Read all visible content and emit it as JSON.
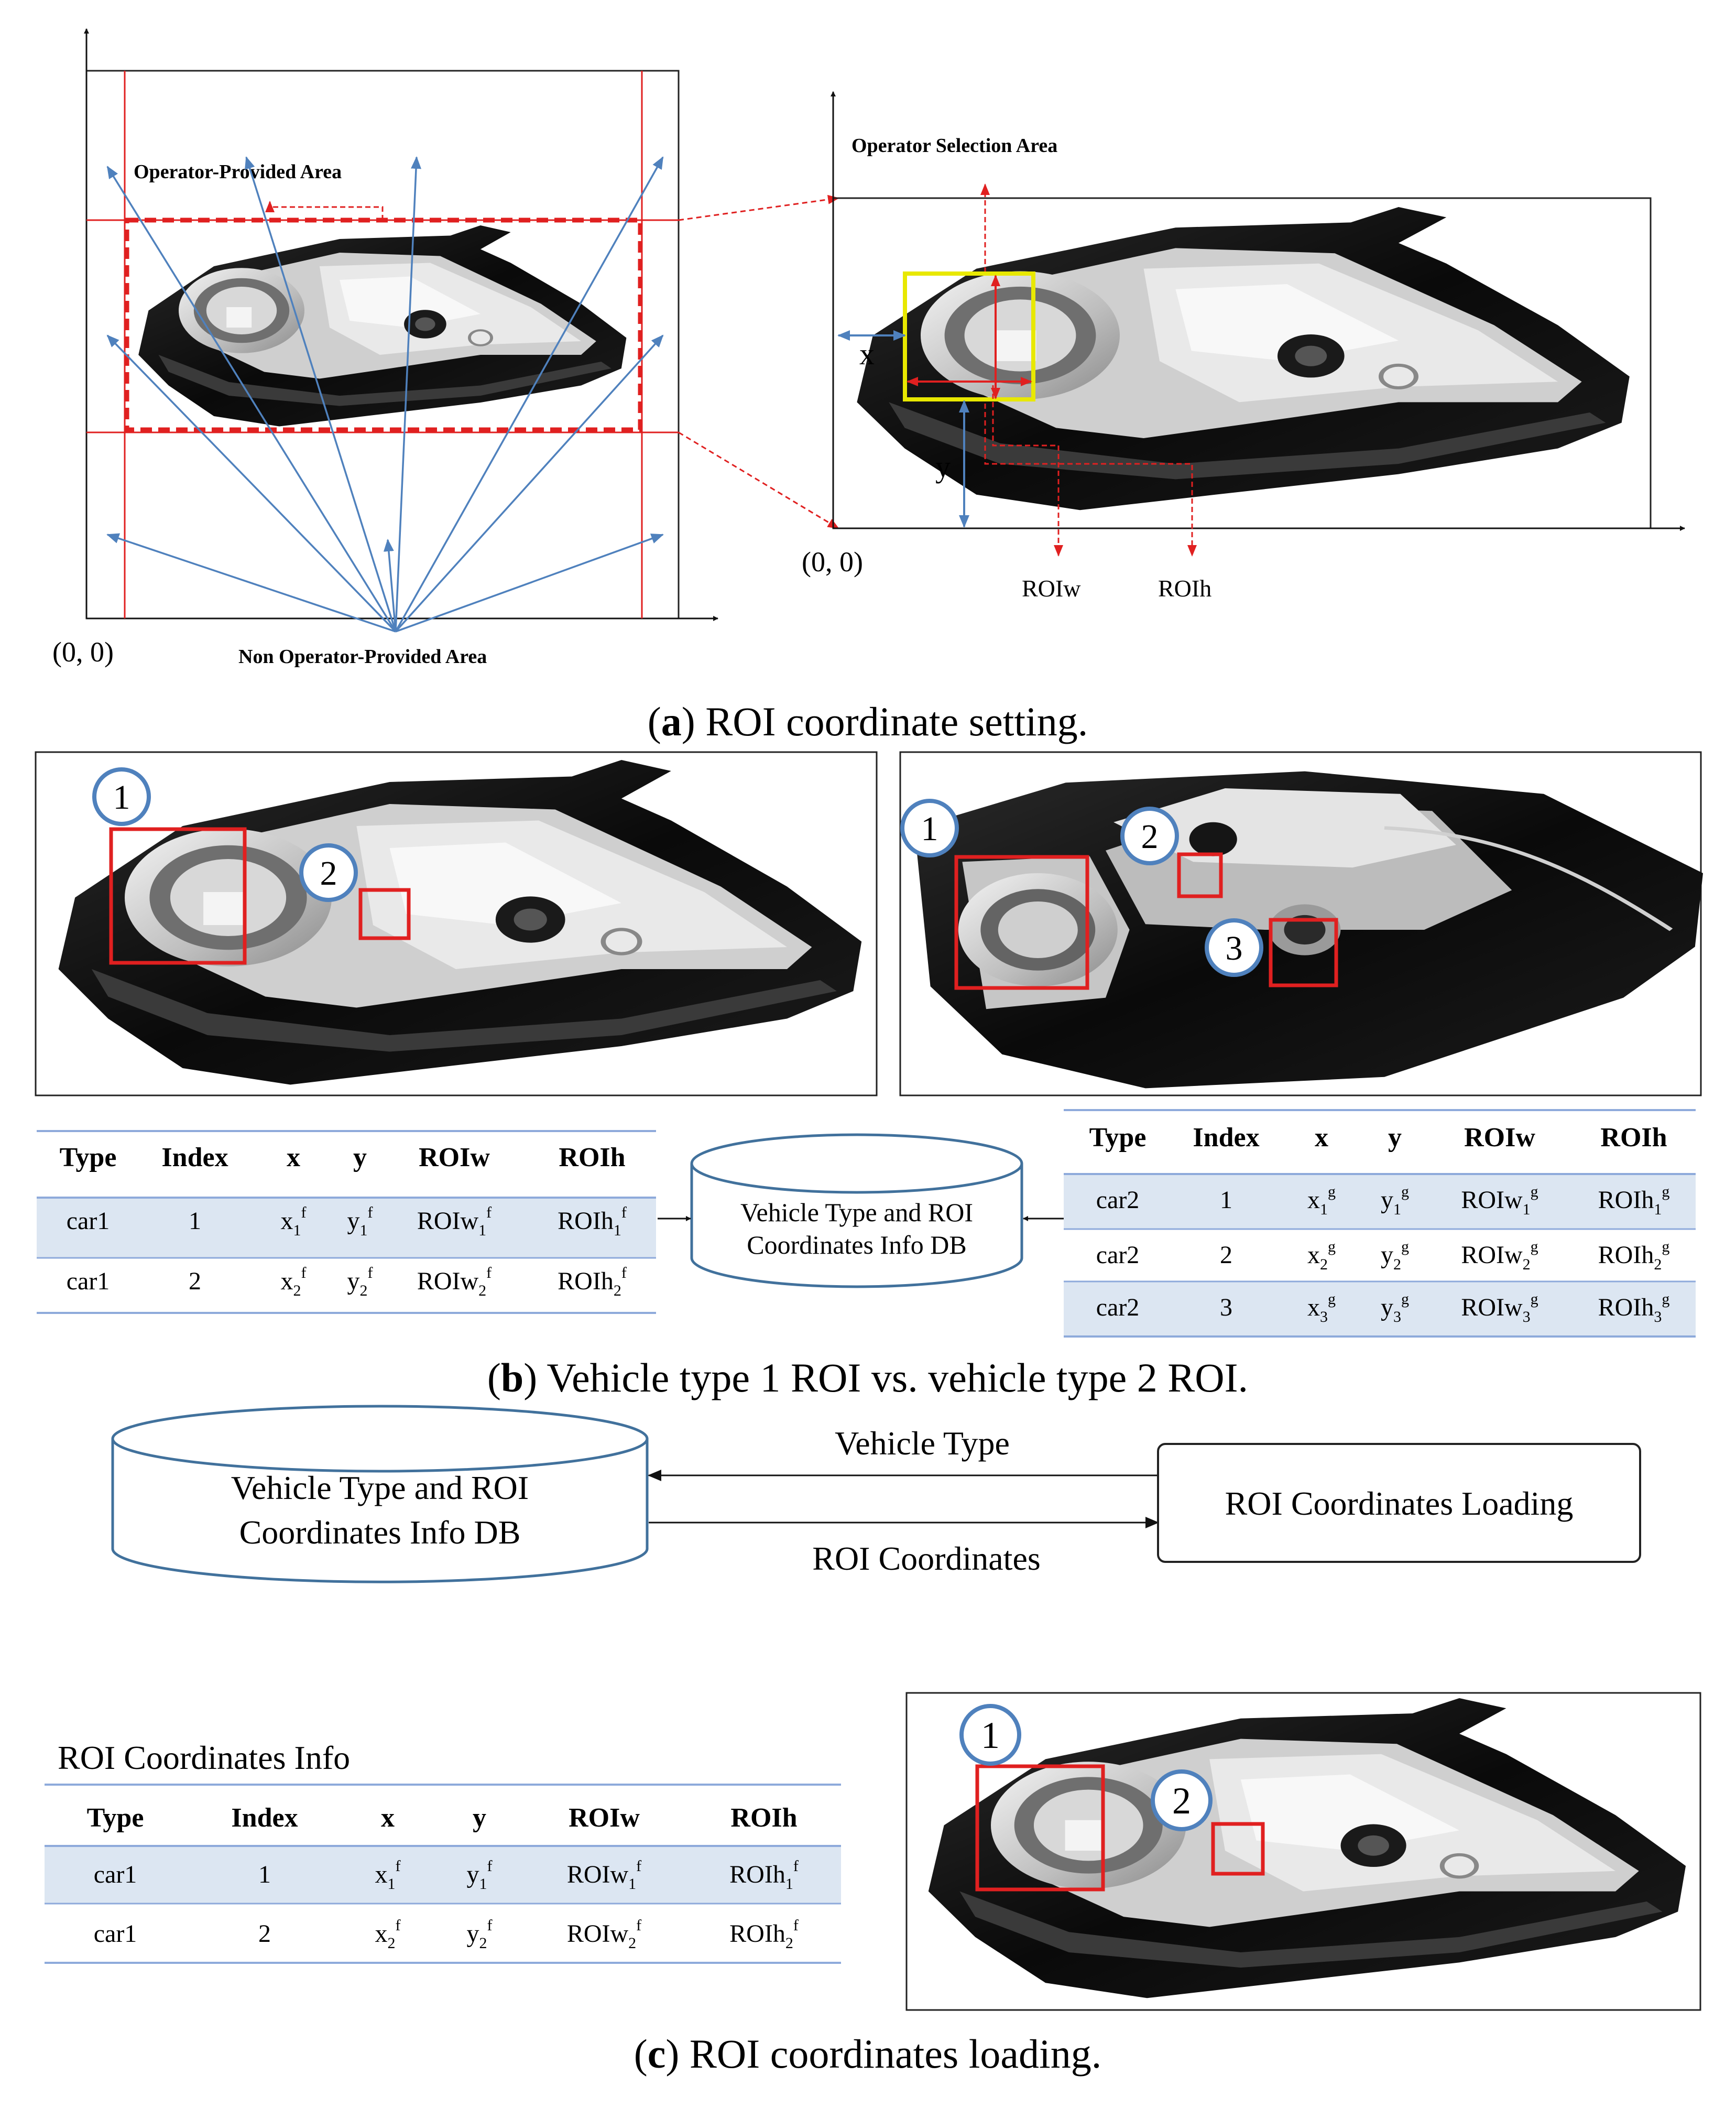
{
  "panel_a": {
    "left_label_top": "Operator-Provided Area",
    "left_label_bottom": "Non Operator-Provided  Area",
    "origin_left": "(0, 0)",
    "right_label_top": "Operator Selection Area",
    "origin_right": "(0, 0)",
    "label_x": "x",
    "label_y": "y",
    "label_roiw": "ROIw",
    "label_roih": "ROIh",
    "caption_letter": "a",
    "caption_text": " ROI coordinate setting."
  },
  "panel_b": {
    "left_markers": [
      "1",
      "2"
    ],
    "right_markers": [
      "1",
      "2",
      "3"
    ],
    "db_line1": "Vehicle  Type and ROI",
    "db_line2": "Coordinates Info DB",
    "table_left": {
      "headers": [
        "Type",
        "Index",
        "x",
        "y",
        "ROIw",
        "ROIh"
      ],
      "rows": [
        [
          "car1",
          "1",
          "x",
          "1",
          "f",
          "y",
          "1",
          "f",
          "ROIw",
          "1",
          "f",
          "ROIh",
          "1",
          "f"
        ],
        [
          "car1",
          "2",
          "x",
          "2",
          "f",
          "y",
          "2",
          "f",
          "ROIw",
          "2",
          "f",
          "ROIh",
          "2",
          "f"
        ]
      ]
    },
    "table_right": {
      "headers": [
        "Type",
        "Index",
        "x",
        "y",
        "ROIw",
        "ROIh"
      ],
      "rows": [
        [
          "car2",
          "1",
          "x",
          "1",
          "g",
          "y",
          "1",
          "g",
          "ROIw",
          "1",
          "g",
          "ROIh",
          "1",
          "g"
        ],
        [
          "car2",
          "2",
          "x",
          "2",
          "g",
          "y",
          "2",
          "g",
          "ROIw",
          "2",
          "g",
          "ROIh",
          "2",
          "g"
        ],
        [
          "car2",
          "3",
          "x",
          "3",
          "g",
          "y",
          "3",
          "g",
          "ROIw",
          "3",
          "g",
          "ROIh",
          "3",
          "g"
        ]
      ]
    },
    "caption_letter": "b",
    "caption_text": " Vehicle type 1 ROI vs. vehicle type 2 ROI."
  },
  "panel_c": {
    "db_line1": "Vehicle  Type and ROI",
    "db_line2": "Coordinates Info DB",
    "arrow_top_label": "Vehicle  Type",
    "arrow_bottom_label": "ROI Coordinates",
    "loading_box_label": "ROI Coordinates Loading",
    "table_title": "ROI Coordinates Info",
    "table": {
      "headers": [
        "Type",
        "Index",
        "x",
        "y",
        "ROIw",
        "ROIh"
      ],
      "rows": [
        [
          "car1",
          "1",
          "x",
          "1",
          "f",
          "y",
          "1",
          "f",
          "ROIw",
          "1",
          "f",
          "ROIh",
          "1",
          "f"
        ],
        [
          "car1",
          "2",
          "x",
          "2",
          "f",
          "y",
          "2",
          "f",
          "ROIw",
          "2",
          "f",
          "ROIh",
          "2",
          "f"
        ]
      ]
    },
    "markers": [
      "1",
      "2"
    ],
    "caption_letter": "c",
    "caption_text": " ROI coordinates loading."
  },
  "colors": {
    "blue_arrow": "#4f81bd",
    "red": "#e02020",
    "yellow": "#e8e800",
    "table_rule": "#8eaadb",
    "table_band": "#dce6f2",
    "db_stroke": "#41719c"
  }
}
